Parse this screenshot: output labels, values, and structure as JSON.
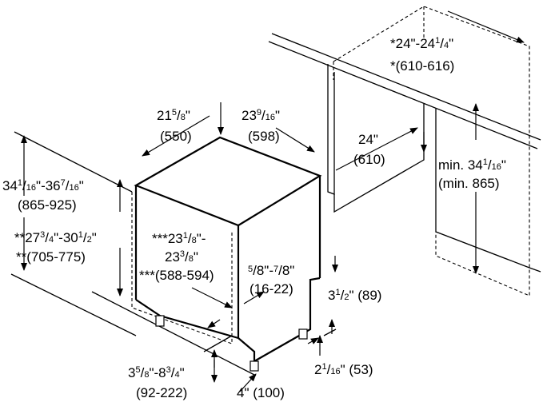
{
  "labels": {
    "cab_w_1": "*24\"-24",
    "cab_w_2": "1",
    "cab_w_3": "/",
    "cab_w_4": "4",
    "cab_w_5": "\"",
    "cab_w_mm": "*(610-616)",
    "depth_a_1": "24\"",
    "depth_a_mm": "(610)",
    "min_h_1": "min. 34",
    "min_h_2": "1",
    "min_h_3": "/",
    "min_h_4": "16",
    "min_h_5": "\"",
    "min_h_mm": "(min. 865)",
    "d21_1": "21",
    "d21_2": "5",
    "d21_3": "/",
    "d21_4": "8",
    "d21_5": "\"",
    "d21_mm": "(550)",
    "d23_1": "23",
    "d23_2": "9",
    "d23_3": "/",
    "d23_4": "16",
    "d23_5": "\"",
    "d23_mm": "(598)",
    "h_1": "34",
    "h_2": "1",
    "h_3": "/",
    "h_4": "16",
    "h_5": "\"-36",
    "h_6": "7",
    "h_7": "/",
    "h_8": "16",
    "h_9": "\"",
    "h_mm": "(865-925)",
    "dh_1": "**27",
    "dh_2": "3",
    "dh_3": "/",
    "dh_4": "4",
    "dh_5": "\"-30",
    "dh_6": "1",
    "dh_7": "/",
    "dh_8": "2",
    "dh_9": "\"",
    "dh_mm": "**(705-775)",
    "p_1": "***23",
    "p_2": "1",
    "p_3": "/",
    "p_4": "8",
    "p_5": "\"-",
    "p2_1": "23",
    "p2_2": "3",
    "p2_3": "/",
    "p2_4": "8",
    "p2_5": "\"",
    "p_mm": "***(588-594)",
    "gap_1": "5",
    "gap_2": "/8\"-",
    "gap_3": "7",
    "gap_4": "/8\"",
    "gap_mm": "(16-22)",
    "toe_1": "3",
    "toe_2": "1",
    "toe_3": "/",
    "toe_4": "2",
    "toe_5": "\" (89)",
    "f_1": "2",
    "f_2": "1",
    "f_3": "/",
    "f_4": "16",
    "f_5": "\" (53)",
    "leg_1": "3",
    "leg_2": "5",
    "leg_3": "/",
    "leg_4": "8",
    "leg_5": "\"-8",
    "leg_6": "3",
    "leg_7": "/",
    "leg_8": "4",
    "leg_9": "\"",
    "leg_mm": "(92-222)",
    "four": "4\" (100)"
  }
}
